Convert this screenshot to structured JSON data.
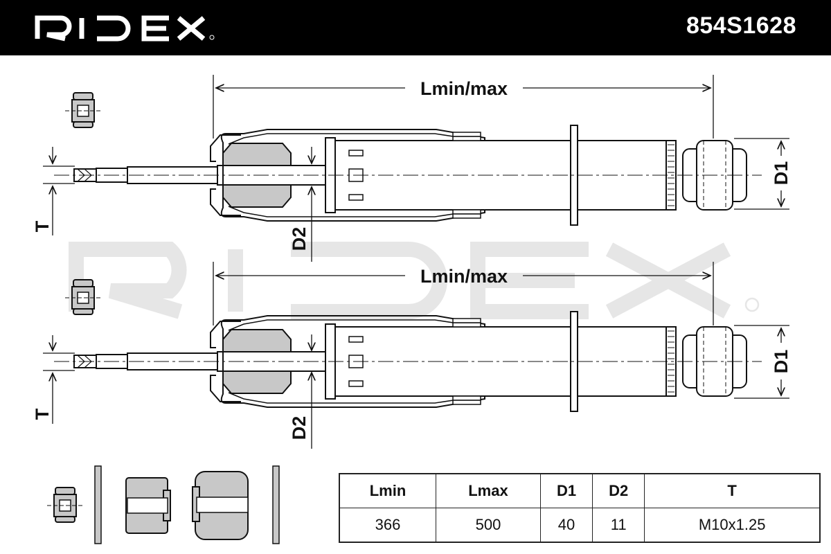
{
  "header": {
    "brand": "RIDEX",
    "part_number": "854S1628"
  },
  "watermark": {
    "brand": "RIDEX"
  },
  "dimension_labels": {
    "length": "Lmin/max",
    "d1": "D1",
    "d2": "D2",
    "thread": "T"
  },
  "spec_table": {
    "columns": [
      "Lmin",
      "Lmax",
      "D1",
      "D2",
      "T"
    ],
    "values": [
      "366",
      "500",
      "40",
      "11",
      "M10x1.25"
    ]
  },
  "colors": {
    "header_bg": "#000000",
    "header_text": "#ffffff",
    "line": "#111111",
    "fill_grey": "#c8c8c8",
    "watermark": "#e6e6e6"
  }
}
